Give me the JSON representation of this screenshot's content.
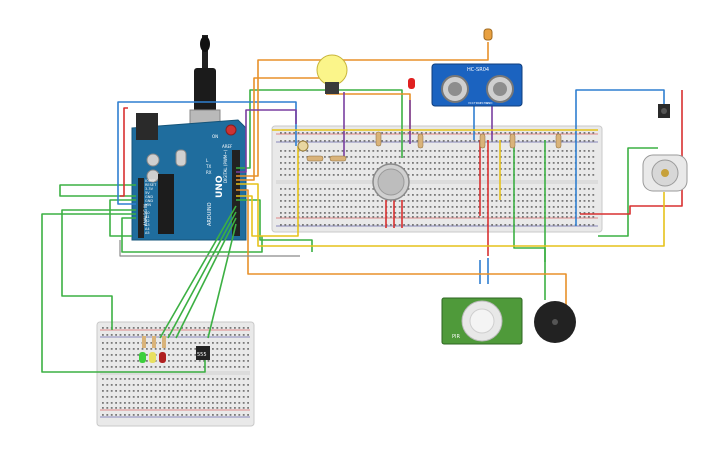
{
  "arduino": {
    "model": "UNO",
    "brand_label": "ARDUINO",
    "power_pins": [
      "IOREF",
      "RESET",
      "3.3V",
      "5V",
      "GND",
      "GND",
      "VIN"
    ],
    "analog_header": "ANALOG IN",
    "analog_pins": [
      "A0",
      "A1",
      "A2",
      "A3",
      "A4",
      "A5"
    ],
    "digital_header": "DIGITAL (PWM~)",
    "tx_label": "TX",
    "rx_label": "RX",
    "l_label": "L",
    "on_label": "ON",
    "aref_label": "AREF"
  },
  "ultrasonic": {
    "model": "HC-SR04",
    "pins": [
      "VCC",
      "TRIG",
      "ECHO",
      "GND"
    ]
  },
  "pir": {
    "label": "PIR"
  },
  "ic": {
    "label": "555"
  },
  "colors": {
    "wire_green": "#3cb043",
    "wire_orange": "#e8912a",
    "wire_red": "#d83030",
    "wire_blue": "#2f7fd0",
    "wire_yellow": "#e6c21a",
    "wire_purple": "#7a3ea0",
    "board_blue": "#1f6d9e",
    "breadboard": "#e8e8e8",
    "sensor_blue": "#1b63c0",
    "pir_green": "#4f9a3a"
  }
}
